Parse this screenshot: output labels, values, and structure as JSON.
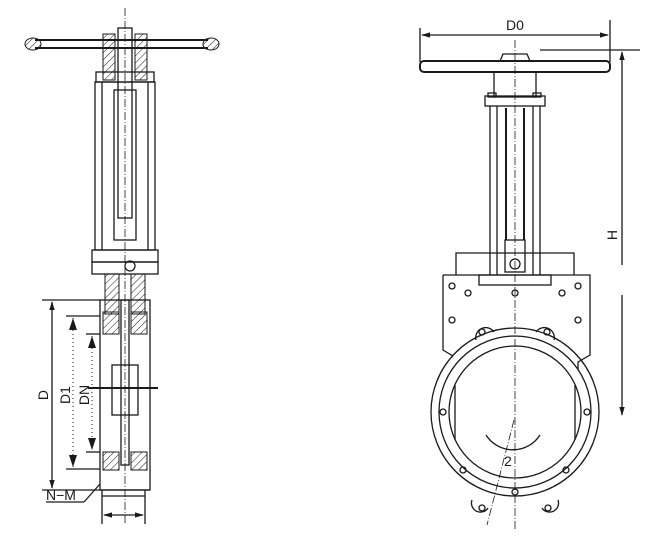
{
  "diagram": {
    "title": "Knife gate valve drawing",
    "side_view": {
      "labels": {
        "d": "D",
        "d1": "D1",
        "dn": "DN",
        "n_m": "N−M"
      }
    },
    "front_view": {
      "labels": {
        "d0": "D0",
        "h": "H",
        "angle": "2"
      }
    },
    "colors": {
      "line": "#1a1a1a",
      "background": "#ffffff"
    }
  }
}
